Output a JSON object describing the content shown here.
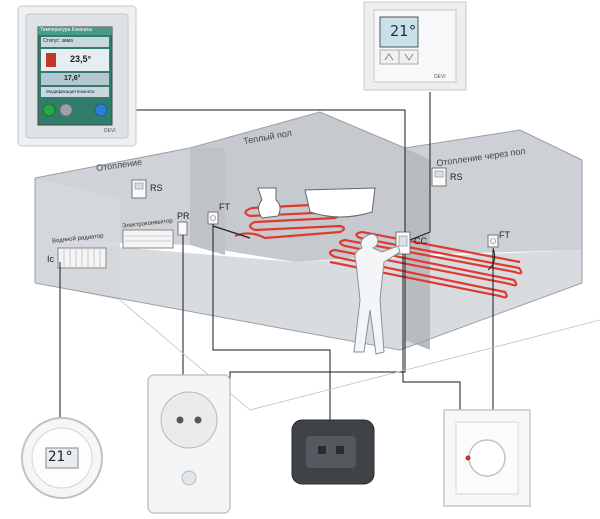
{
  "touch_panel": {
    "title": "Температура Комнаты",
    "status": "Статус: зима",
    "current_temp": "23,5°",
    "setpoint": "17,6°",
    "button_label": "Модификация Комната",
    "brand": "DEVI"
  },
  "wall_thermostat": {
    "display": "21°",
    "brand": "DEVI"
  },
  "zones": {
    "heating": "Отопление",
    "warm_floor": "Теплый пол",
    "floor_heating": "Отопление через пол"
  },
  "room_labels": {
    "radiator": "Водяной радиатор",
    "convector": "Электроконвектор",
    "ic": "Ic",
    "rs_left": "RS",
    "rs_right": "RS",
    "pr": "PR",
    "ft_left": "FT",
    "ft_right": "FT",
    "cc": "CC"
  },
  "devices": {
    "radiator_valve_display": "21°",
    "socket": "",
    "relay_module": "",
    "floor_thermostat": ""
  },
  "colors": {
    "room_wall": "#c9ccd0",
    "heating_loop": "#e03a2e",
    "lines": "#1a1a1a"
  }
}
